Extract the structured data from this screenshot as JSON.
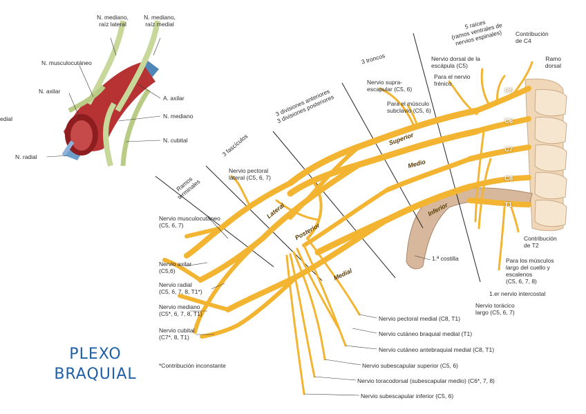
{
  "title": "PLEXO\nBRAQUIAL",
  "inset": {
    "labels": {
      "mediano_lat": "N. mediano,\nraíz lateral",
      "mediano_med": "N. mediano,\nraíz medial",
      "musculocutaneo": "N. musculocutáneo",
      "axilar": "N. axilar",
      "a_axilar": "A. axilar",
      "mediano": "N. mediano",
      "cubital": "N. cubital",
      "radial": "N. radial",
      "cut": "edial"
    }
  },
  "diagram": {
    "headers": {
      "raices": "5 raíces\n(ramos ventrales de\nnervios espinales)",
      "troncos": "3 troncos",
      "divisiones": "3 divisiones anteriores\n3 divisiones posteriores",
      "fasciculos": "3 fascículos",
      "ramos": "Ramos\nterminales"
    },
    "roots": [
      "C5",
      "C6",
      "C7",
      "C8",
      "T1"
    ],
    "trunks": [
      "Superior",
      "Medio",
      "Inferior"
    ],
    "cords": [
      "Lateral",
      "Posterior",
      "Medial"
    ],
    "labels": {
      "contrib_c4": "Contribución\nde C4",
      "ramo_dorsal": "Ramo\ndorsal",
      "dorsal_escapula": "Nervio dorsal de la\nescápula (C5)",
      "frenico": "Para el nervio\nfrénico",
      "supraescapular": "Nervio supra-\nescapular (C5, 6)",
      "subclavio": "Para el músculo\nsubclavio (C5, 6)",
      "pectoral_lat": "Nervio pectoral\nlateral (C5, 6, 7)",
      "musculocutaneo": "Nervio musculocutáneo\n(C5, 6, 7)",
      "axilar": "Nervio axilar\n(C5,6)",
      "radial": "Nervio radial\n(C5, 6, 7, 8, T1*)",
      "mediano": "Nervio mediano\n(C5*, 6, 7, 8, T1)",
      "cubital": "Nervio cubital\n(C7*, 8, T1)",
      "inconstante": "*Contribución inconstante",
      "costilla": "1.ª costilla",
      "contrib_t2": "Contribución\nde T2",
      "musculos_largo": "Para los músculos\nlargo del cuello y\nescalenos\n(C5, 6, 7, 8)",
      "intercostal": "1.er nervio intercostal",
      "toracico_largo": "Nervio torácico\nlargo (C5, 6, 7)",
      "pectoral_med": "Nervio pectoral medial (C8, T1)",
      "cut_braquial": "Nervio cutáneo braquial medial (T1)",
      "cut_antebraquial": "Nervio cutáneo antebraquial medial (C8, T1)",
      "subesc_sup": "Nervio subescapular superior (C5, 6)",
      "toracodorsal": "Nervio toracodorsal (subescapular medio) (C6*, 7, 8)",
      "subesc_inf": "Nervio subescapular inferior (C5, 6)"
    }
  },
  "colors": {
    "nerve": "#f2b431",
    "nerve_dark": "#c98a12",
    "artery": "#c0393a",
    "vein": "#4f86b8",
    "vertebra": "#f1dcc0",
    "rib": "#d7b89c",
    "title": "#1f5fa8"
  }
}
